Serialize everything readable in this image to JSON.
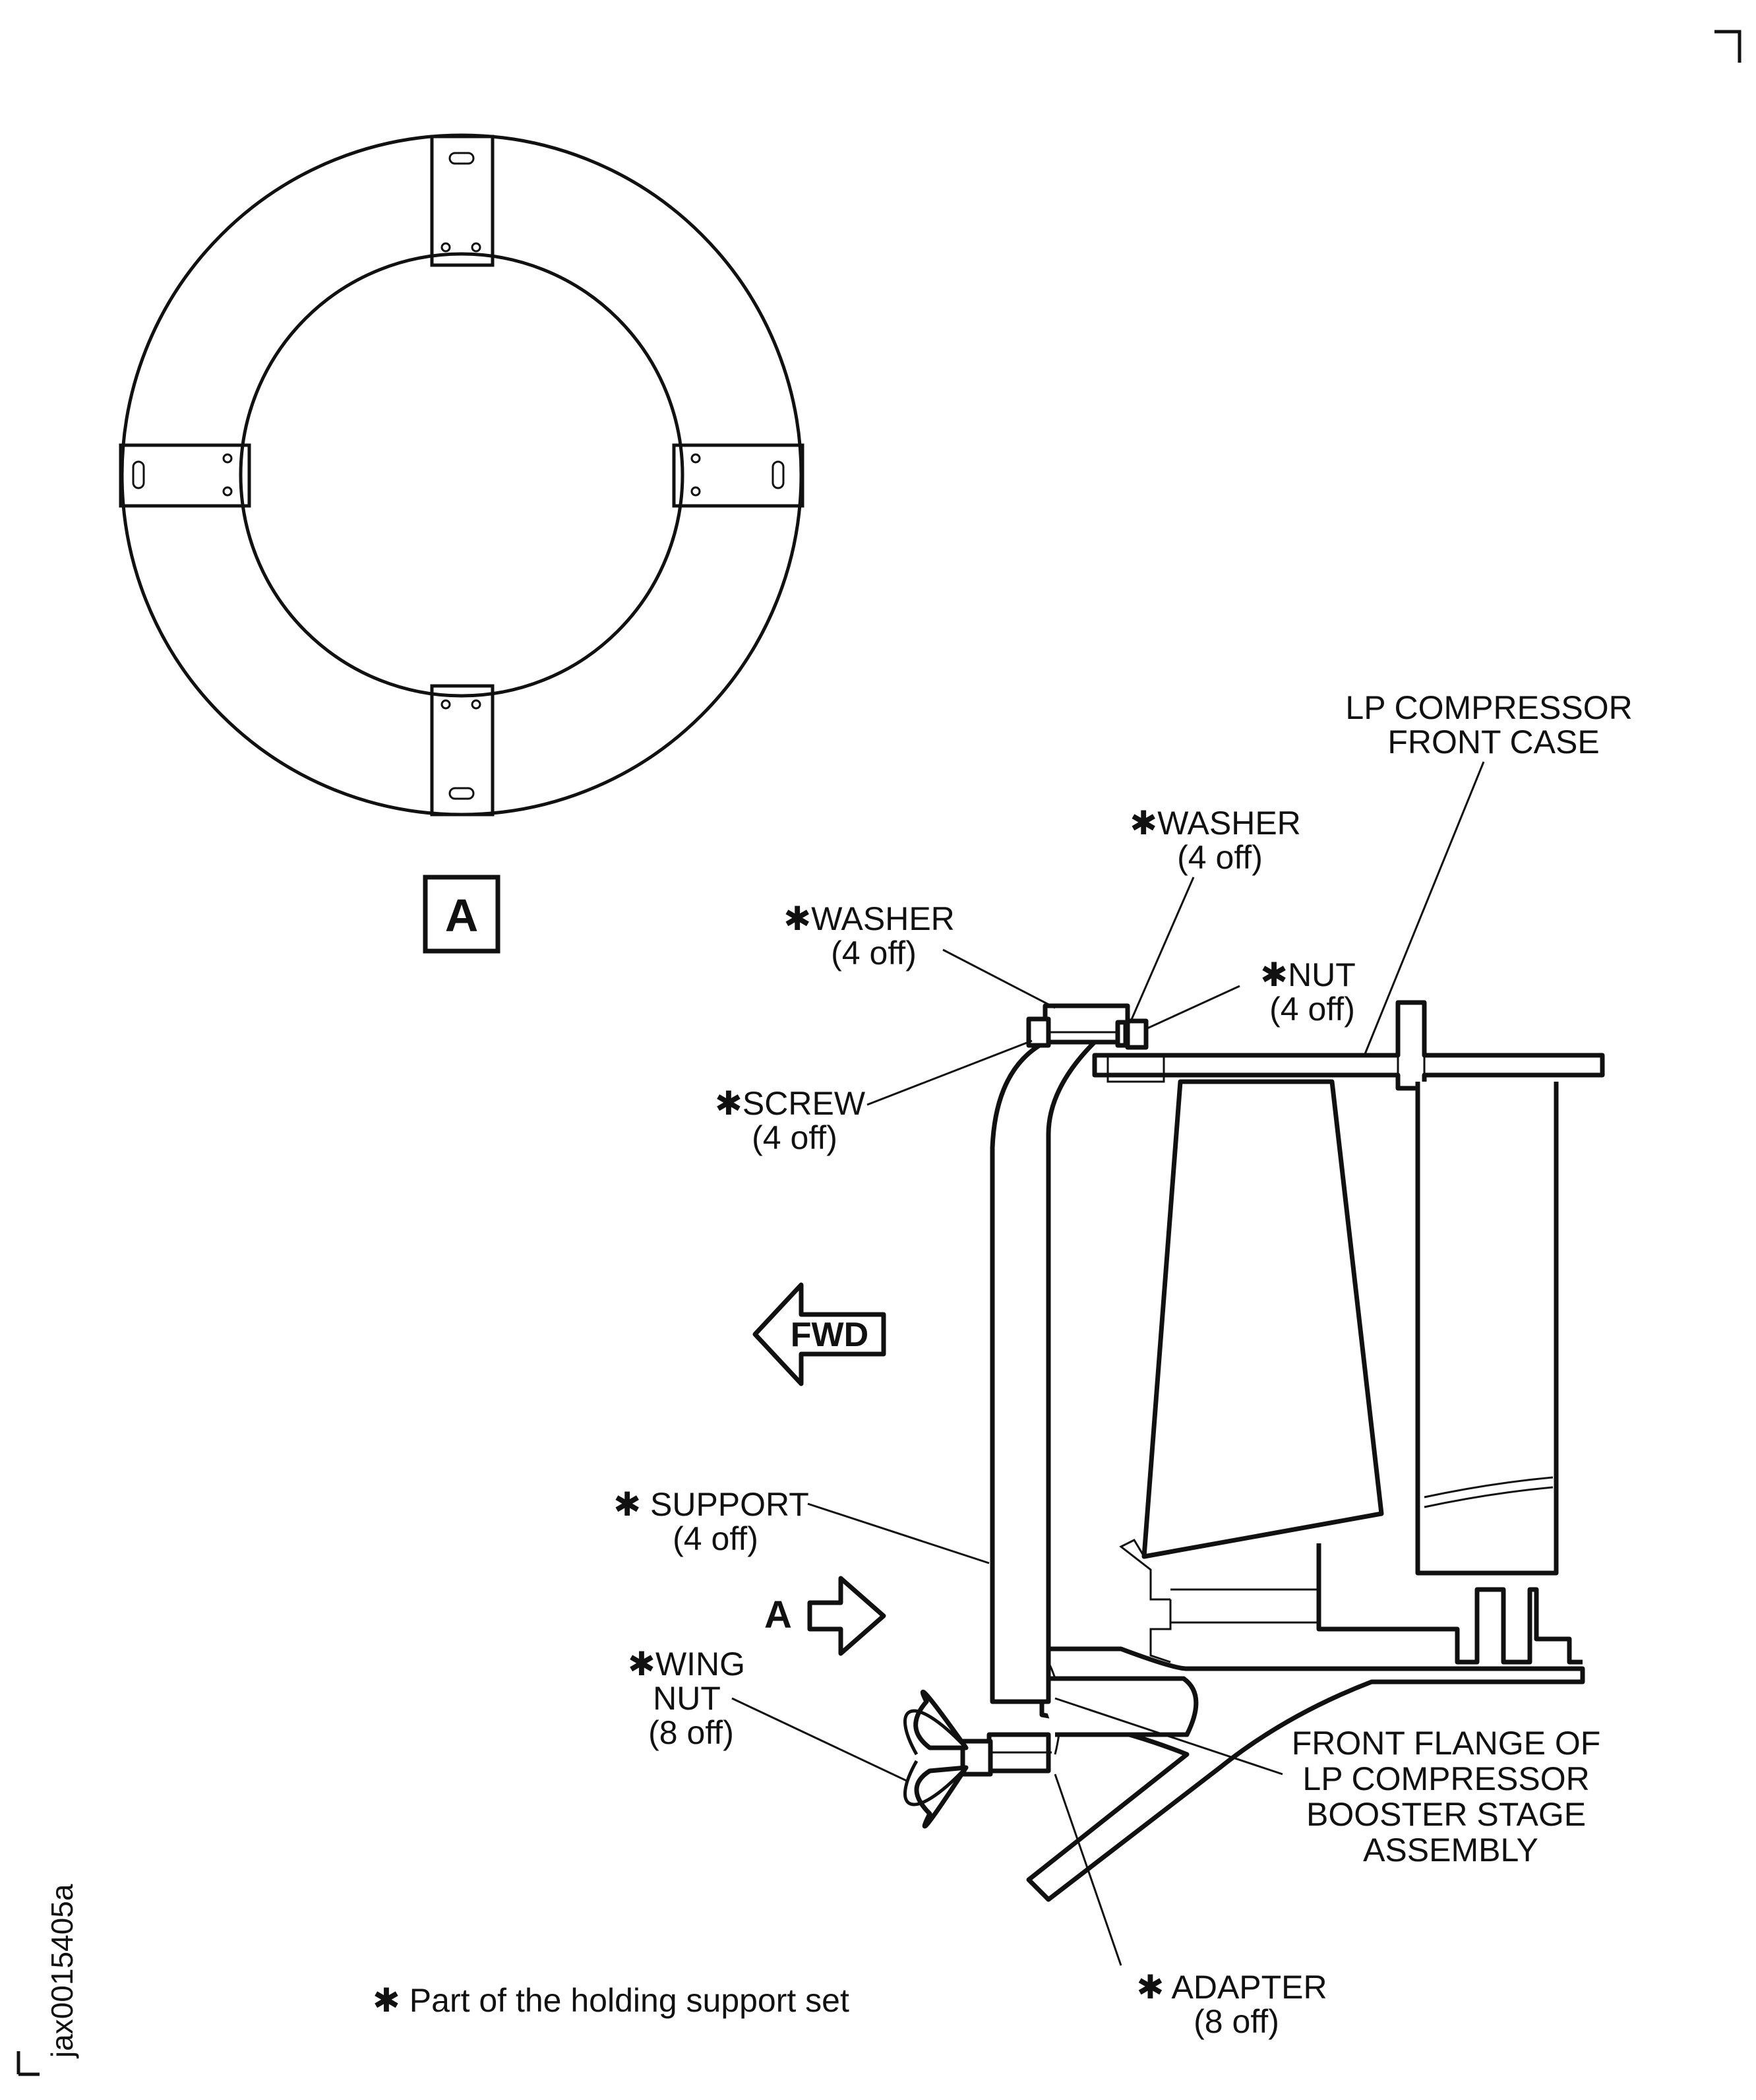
{
  "view_label": "A",
  "view_arrow_label": "A",
  "fwd_label": "FWD",
  "callouts": {
    "lp_case": [
      "LP COMPRESSOR",
      "FRONT CASE"
    ],
    "washer_top": [
      "✱WASHER",
      "(4 off)"
    ],
    "washer_left": [
      "✱WASHER",
      "(4 off)"
    ],
    "nut": [
      "✱NUT",
      "(4 off)"
    ],
    "screw": [
      "✱SCREW",
      "(4 off)"
    ],
    "support": [
      "✱ SUPPORT",
      "(4 off)"
    ],
    "wing_nut": [
      "✱WING",
      "NUT",
      "(8 off)"
    ],
    "front_flange": [
      "FRONT FLANGE OF",
      "LP COMPRESSOR",
      "BOOSTER STAGE",
      "ASSEMBLY"
    ],
    "adapter": [
      "✱ ADAPTER",
      "(8 off)"
    ]
  },
  "footnote": "✱ Part of the holding support set",
  "figure_id": "jax0015405a",
  "colors": {
    "ink": "#111111",
    "paper": "#ffffff"
  }
}
